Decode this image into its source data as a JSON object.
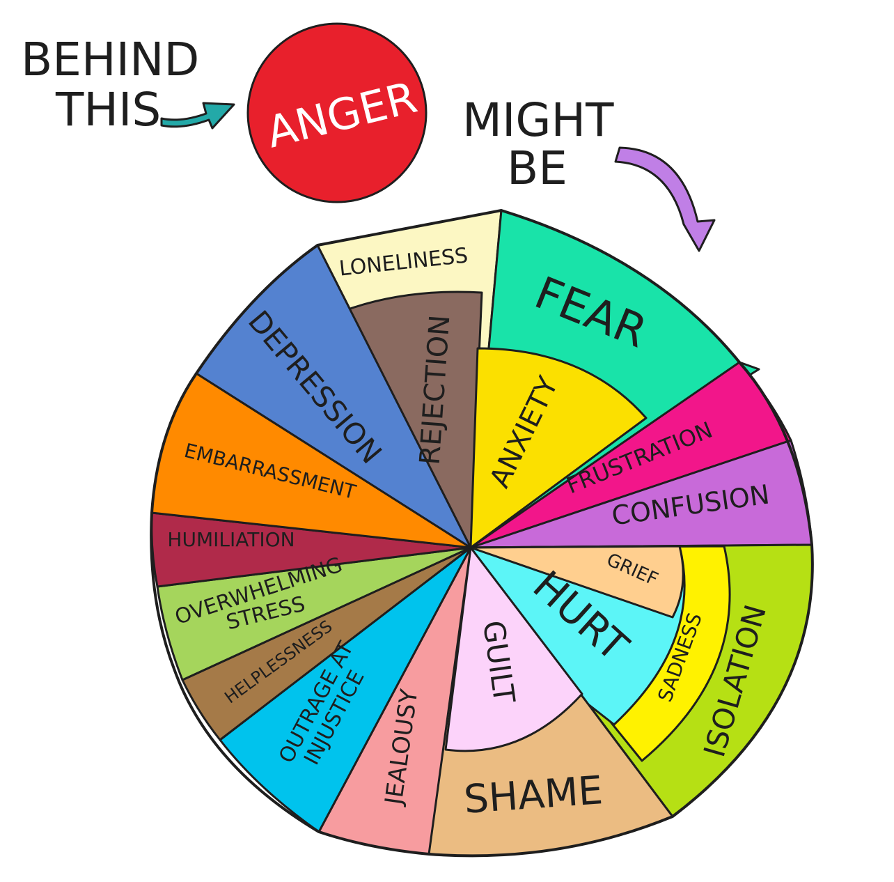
{
  "header": {
    "behind": "BEHIND",
    "this": "THIS",
    "anger": "ANGER",
    "might": "MIGHT",
    "be": "BE"
  },
  "colors": {
    "anger_red": "#e8202c",
    "arrow_teal": "#23a9a8",
    "arrow_purple": "#c07fe6",
    "outline": "#1e1e1e"
  },
  "wheel": {
    "segments": [
      {
        "name": "seg-loneliness",
        "label": "LONELINESS",
        "color": "#fcf7c3"
      },
      {
        "name": "seg-rejection",
        "label": "REJECTION",
        "color": "#8a6a60"
      },
      {
        "name": "seg-fear",
        "label": "FEAR",
        "color": "#19e3a9"
      },
      {
        "name": "seg-anxiety",
        "label": "ANXIETY",
        "color": "#fbe000"
      },
      {
        "name": "seg-frustration",
        "label": "FRUSTRATION",
        "color": "#f2168a"
      },
      {
        "name": "seg-confusion",
        "label": "CONFUSION",
        "color": "#c86ad9"
      },
      {
        "name": "seg-isolation",
        "label": "ISOLATION",
        "color": "#b6e014"
      },
      {
        "name": "seg-sadness",
        "label": "SADNESS",
        "color": "#fff200"
      },
      {
        "name": "seg-grief",
        "label": "GRIEF",
        "color": "#ffcf8f"
      },
      {
        "name": "seg-hurt",
        "label": "HURT",
        "color": "#5cf5f7"
      },
      {
        "name": "seg-shame",
        "label": "SHAME",
        "color": "#ebbc82"
      },
      {
        "name": "seg-guilt",
        "label": "GUILT",
        "color": "#fcd3fa"
      },
      {
        "name": "seg-jealousy",
        "label": "JEALOUSY",
        "color": "#f79c9f"
      },
      {
        "name": "seg-outrage",
        "label": "OUTRAGE AT INJUSTICE",
        "color": "#00c3ed"
      },
      {
        "name": "seg-helplessness",
        "label": "HELPLESSNESS",
        "color": "#a57a48"
      },
      {
        "name": "seg-overwhelming",
        "label": "OVERWHELMING STRESS",
        "color": "#a5d55c"
      },
      {
        "name": "seg-humiliation",
        "label": "HUMILIATION",
        "color": "#b02a4a"
      },
      {
        "name": "seg-embarrassment",
        "label": "EMBARRASSMENT",
        "color": "#ff8a00"
      },
      {
        "name": "seg-depression",
        "label": "DEPRESSION",
        "color": "#5482d0"
      }
    ],
    "text": {
      "loneliness": "LONELINESS",
      "rejection": "REJECTION",
      "fear": "FEAR",
      "anxiety": "ANXIETY",
      "frustration": "FRUSTRATION",
      "confusion": "CONFUSION",
      "isolation": "ISOLATION",
      "sadness": "SADNESS",
      "grief": "GRIEF",
      "hurt": "HURT",
      "shame": "SHAME",
      "guilt": "GUILT",
      "jealousy": "JEALOUSY",
      "outrage_1": "OUTRAGE AT",
      "outrage_2": "INJUSTICE",
      "helplessness": "HELPLESSNESS",
      "overwhelming_1": "OVERWHELMING",
      "overwhelming_2": "STRESS",
      "humiliation": "HUMILIATION",
      "embarrassment": "EMBARRASSMENT",
      "depression": "DEPRESSION"
    }
  }
}
